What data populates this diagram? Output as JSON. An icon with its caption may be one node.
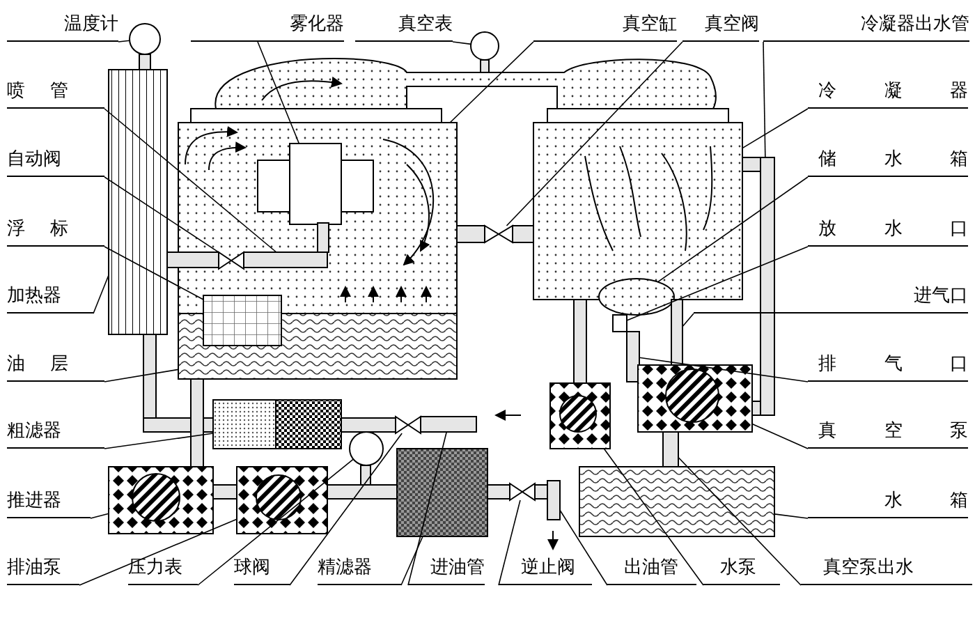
{
  "diagram": {
    "nodes": [
      {
        "text": [
          "温度计"
        ]
      },
      {
        "text": [
          "雾化器"
        ]
      },
      {
        "text": [
          "真空表"
        ]
      },
      {
        "text": [
          "真空缸"
        ]
      },
      {
        "text": [
          "真空阀"
        ]
      },
      {
        "text": [
          "冷凝器出水管"
        ]
      },
      {
        "text": [
          "冷 凝 器"
        ]
      },
      {
        "text": [
          "储 水 箱"
        ]
      },
      {
        "text": [
          "放 水 口"
        ]
      },
      {
        "text": [
          "进气口"
        ]
      },
      {
        "text": [
          "排 气 口"
        ]
      },
      {
        "text": [
          "真 空 泵"
        ]
      },
      {
        "text": [
          "水 箱"
        ]
      },
      {
        "text": [
          "喷 管"
        ]
      },
      {
        "text": [
          "自动阀"
        ]
      },
      {
        "text": [
          "浮 标"
        ]
      },
      {
        "text": [
          "加热器"
        ]
      },
      {
        "text": [
          "油 层"
        ]
      },
      {
        "text": [
          "粗滤器"
        ]
      },
      {
        "text": [
          "推进器"
        ]
      },
      {
        "text": [
          "排油泵"
        ]
      },
      {
        "text": [
          "压力表"
        ]
      },
      {
        "text": [
          "球阀"
        ]
      },
      {
        "text": [
          "精滤器"
        ]
      },
      {
        "text": [
          "进油管"
        ]
      },
      {
        "text": [
          "逆止阀"
        ]
      },
      {
        "text": [
          "出油管"
        ]
      },
      {
        "text": [
          "水泵"
        ]
      },
      {
        "text": [
          "真空泵出水"
        ]
      },
      {
        "text": [],
        "shape": "box"
      },
      {
        "text": [],
        "shape": "circle"
      },
      {
        "text": [],
        "shape": "box",
        "in": 29
      },
      {
        "text": [],
        "shape": "circle"
      },
      {
        "text": [],
        "shape": "valve"
      },
      {
        "text": [],
        "shape": "pipe"
      },
      {
        "text": [],
        "shape": "box"
      },
      {
        "text": [],
        "shape": "dome"
      },
      {
        "text": [],
        "shape": "box"
      },
      {
        "text": [],
        "shape": "pipe"
      },
      {
        "text": [],
        "shape": "pipe"
      },
      {
        "text": [],
        "shape": "box"
      },
      {
        "text": [],
        "shape": "box"
      },
      {
        "text": [],
        "shape": "pipe",
        "in": 29
      },
      {
        "text": [],
        "shape": "valve",
        "in": 29
      },
      {
        "text": [],
        "shape": "box",
        "in": 29
      },
      {
        "text": [],
        "shape": "bar"
      },
      {
        "text": [],
        "shape": "box",
        "in": 29
      },
      {
        "text": [],
        "shape": "box"
      },
      {
        "text": [],
        "shape": "box"
      },
      {
        "text": [],
        "shape": "box"
      },
      {
        "text": [],
        "shape": "circle"
      },
      {
        "text": [],
        "shape": "valve"
      },
      {
        "text": [],
        "shape": "box"
      },
      {
        "text": [],
        "shape": "pipe"
      },
      {
        "text": [],
        "shape": "valve"
      },
      {
        "text": [],
        "shape": "pipe"
      },
      {
        "text": [],
        "shape": "box"
      },
      {
        "text": [],
        "shape": "pipe"
      },
      {
        "text": [],
        "shape": "pipe"
      },
      {
        "text": [],
        "shape": "pipe"
      }
    ],
    "edges": [
      {
        "from": 0,
        "to": 30,
        "arrow": "none"
      },
      {
        "from": 1,
        "to": 31,
        "arrow": "none"
      },
      {
        "from": 2,
        "to": 32,
        "arrow": "none"
      },
      {
        "from": 3,
        "to": 29,
        "arrow": "none"
      },
      {
        "from": 4,
        "to": 33,
        "arrow": "none"
      },
      {
        "from": 5,
        "to": 34,
        "arrow": "none"
      },
      {
        "from": 6,
        "to": 35,
        "arrow": "none"
      },
      {
        "from": 7,
        "to": 36,
        "arrow": "none"
      },
      {
        "from": 8,
        "to": 37,
        "arrow": "none"
      },
      {
        "from": 9,
        "to": 38,
        "arrow": "none"
      },
      {
        "from": 10,
        "to": 39,
        "arrow": "none"
      },
      {
        "from": 11,
        "to": 40,
        "arrow": "none"
      },
      {
        "from": 12,
        "to": 41,
        "arrow": "none"
      },
      {
        "from": 13,
        "to": 42,
        "arrow": "none"
      },
      {
        "from": 14,
        "to": 43,
        "arrow": "none"
      },
      {
        "from": 15,
        "to": 44,
        "arrow": "none"
      },
      {
        "from": 16,
        "to": 45,
        "arrow": "none"
      },
      {
        "from": 17,
        "to": 46,
        "arrow": "none"
      },
      {
        "from": 18,
        "to": 47,
        "arrow": "none"
      },
      {
        "from": 19,
        "to": 48,
        "arrow": "none"
      },
      {
        "from": 20,
        "to": 49,
        "arrow": "none"
      },
      {
        "from": 21,
        "to": 50,
        "arrow": "none"
      },
      {
        "from": 22,
        "to": 51,
        "arrow": "none"
      },
      {
        "from": 23,
        "to": 52,
        "arrow": "none"
      },
      {
        "from": 24,
        "to": 53,
        "arrow": "none"
      },
      {
        "from": 25,
        "to": 54,
        "arrow": "none"
      },
      {
        "from": 26,
        "to": 55,
        "arrow": "none"
      },
      {
        "from": 27,
        "to": 56,
        "arrow": "none"
      },
      {
        "from": 28,
        "to": 57,
        "arrow": "none"
      }
    ]
  }
}
